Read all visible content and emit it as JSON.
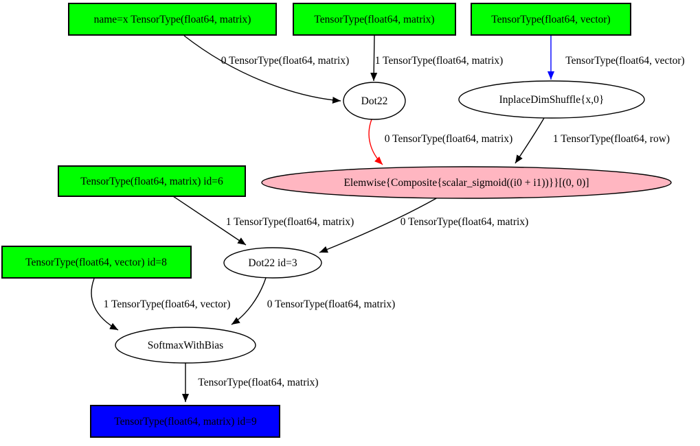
{
  "colors": {
    "background": "#ffffff",
    "input_fill": "#00ff00",
    "output_fill": "#0000ff",
    "elemwise_fill": "#ffb6c1",
    "op_fill": "#ffffff",
    "edge_default": "#000000",
    "edge_red": "#ff0000",
    "edge_blue": "#0000ff",
    "node_border": "#000000"
  },
  "graph": {
    "type": "directed-computation-graph",
    "nodes": [
      {
        "id": "input-x",
        "shape": "box",
        "label": "name=x TensorType(float64, matrix)",
        "fill": "#00ff00"
      },
      {
        "id": "input-matrix",
        "shape": "box",
        "label": "TensorType(float64, matrix)",
        "fill": "#00ff00"
      },
      {
        "id": "input-vector",
        "shape": "box",
        "label": "TensorType(float64, vector)",
        "fill": "#00ff00"
      },
      {
        "id": "dot22",
        "shape": "ellipse",
        "label": "Dot22",
        "fill": "#ffffff"
      },
      {
        "id": "dimshuffle",
        "shape": "ellipse",
        "label": "InplaceDimShuffle{x,0}",
        "fill": "#ffffff"
      },
      {
        "id": "elemwise",
        "shape": "ellipse",
        "label": "Elemwise{Composite{scalar_sigmoid((i0 + i1))}}[(0, 0)]",
        "fill": "#ffb6c1"
      },
      {
        "id": "input-id6",
        "shape": "box",
        "label": "TensorType(float64, matrix) id=6",
        "fill": "#00ff00"
      },
      {
        "id": "dot22-id3",
        "shape": "ellipse",
        "label": "Dot22 id=3",
        "fill": "#ffffff"
      },
      {
        "id": "input-id8",
        "shape": "box",
        "label": "TensorType(float64, vector) id=8",
        "fill": "#00ff00"
      },
      {
        "id": "softmax",
        "shape": "ellipse",
        "label": "SoftmaxWithBias",
        "fill": "#ffffff"
      },
      {
        "id": "output-id9",
        "shape": "box",
        "label": "TensorType(float64, matrix) id=9",
        "fill": "#0000ff"
      }
    ],
    "edges": [
      {
        "from": "input-x",
        "to": "dot22",
        "label": "0 TensorType(float64, matrix)",
        "color": "#000000"
      },
      {
        "from": "input-matrix",
        "to": "dot22",
        "label": "1 TensorType(float64, matrix)",
        "color": "#000000"
      },
      {
        "from": "input-vector",
        "to": "dimshuffle",
        "label": "TensorType(float64, vector)",
        "color": "#0000ff"
      },
      {
        "from": "dot22",
        "to": "elemwise",
        "label": "0 TensorType(float64, matrix)",
        "color": "#ff0000"
      },
      {
        "from": "dimshuffle",
        "to": "elemwise",
        "label": "1 TensorType(float64, row)",
        "color": "#000000"
      },
      {
        "from": "elemwise",
        "to": "dot22-id3",
        "label": "0 TensorType(float64, matrix)",
        "color": "#000000"
      },
      {
        "from": "input-id6",
        "to": "dot22-id3",
        "label": "1 TensorType(float64, matrix)",
        "color": "#000000"
      },
      {
        "from": "input-id8",
        "to": "softmax",
        "label": "1 TensorType(float64, vector)",
        "color": "#000000"
      },
      {
        "from": "dot22-id3",
        "to": "softmax",
        "label": "0 TensorType(float64, matrix)",
        "color": "#000000"
      },
      {
        "from": "softmax",
        "to": "output-id9",
        "label": "TensorType(float64, matrix)",
        "color": "#000000"
      }
    ]
  }
}
